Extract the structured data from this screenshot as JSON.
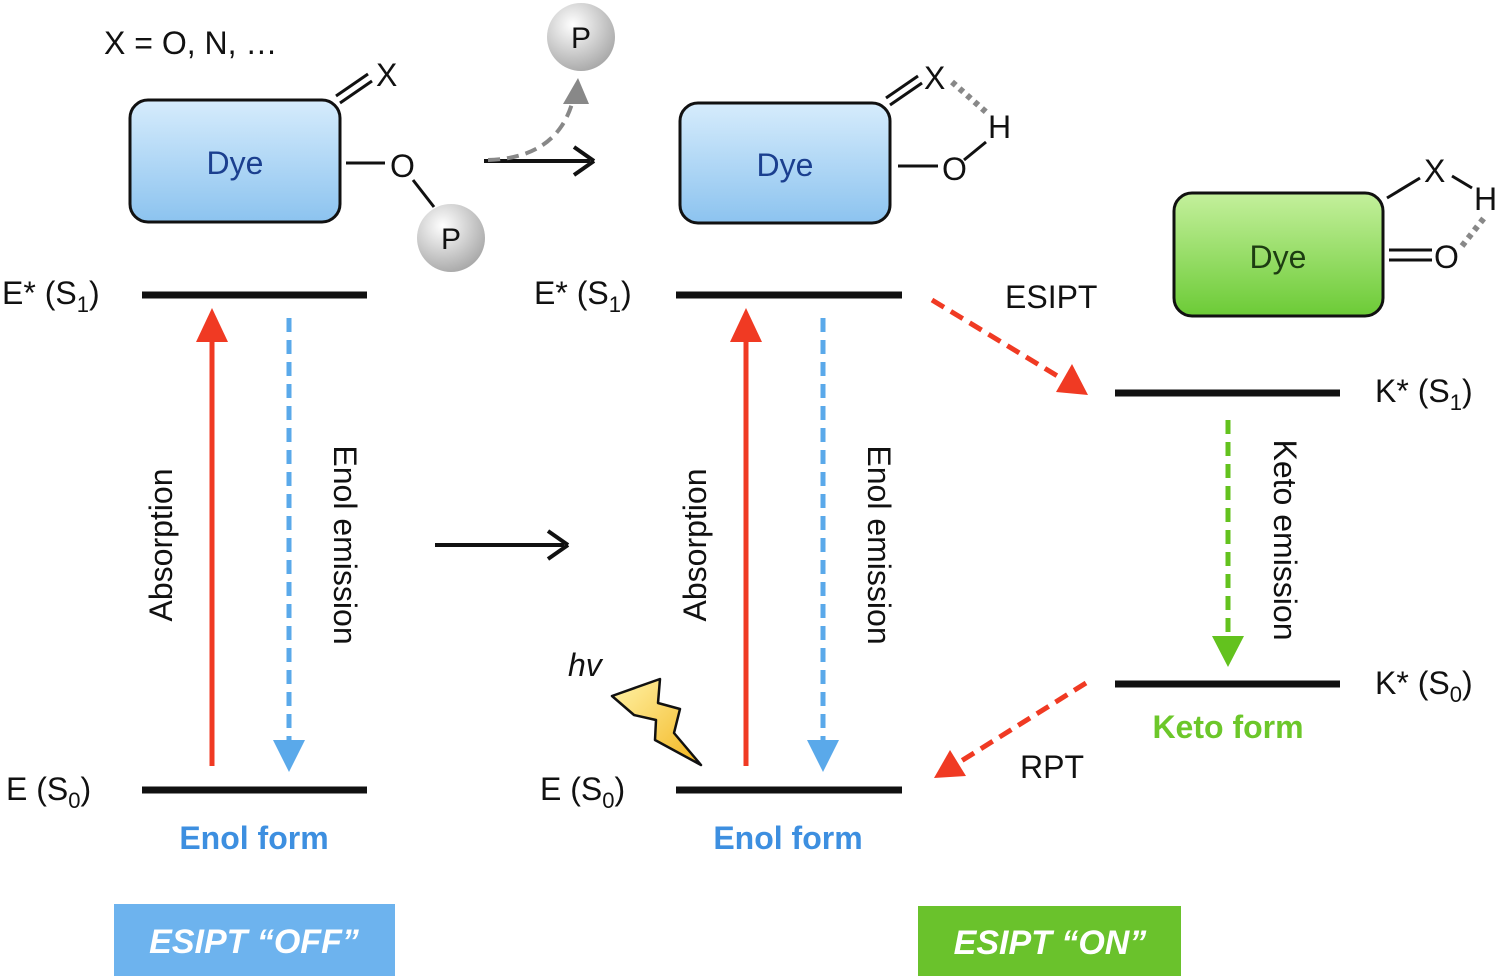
{
  "substituent_note": "X = O, N, …",
  "dye_label": "Dye",
  "atoms": {
    "X": "X",
    "O": "O",
    "H": "H",
    "P": "P"
  },
  "levels": {
    "e_excited": "E* (S",
    "e_ground": "E (S",
    "k_excited": "K* (S",
    "k_ground": "K* (S",
    "sub1": "1",
    "sub0": "0",
    "close": ")"
  },
  "transitions": {
    "absorption": "Absorption",
    "enol_emission": "Enol emission",
    "keto_emission": "Keto emission",
    "esipt": "ESIPT",
    "rpt": "RPT",
    "hv": "hv"
  },
  "forms": {
    "enol": "Enol form",
    "keto": "Keto form"
  },
  "badges": {
    "off": "ESIPT “OFF”",
    "on": "ESIPT “ON”"
  },
  "colors": {
    "absorption": "#f03a23",
    "enol_emission": "#5aa9ea",
    "keto_emission": "#63c21e",
    "esipt": "#f03a23",
    "rpt": "#f03a23",
    "off_badge": "#6db3ee",
    "on_badge": "#6ac22c",
    "dye_blue": "#9fcdf2",
    "dye_green": "#8ed85a"
  }
}
